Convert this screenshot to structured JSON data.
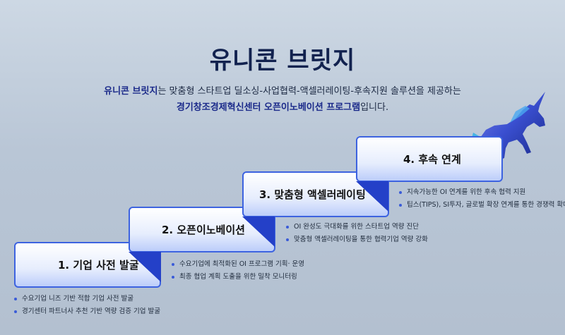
{
  "title": "유니콘 브릿지",
  "description": {
    "line1_bold": "유니콘 브릿지",
    "line1_rest": "는 맞춤형 스타트업 딜소싱-사업협력-액셀러레이팅-후속지원 솔루션을 제공하는",
    "line2_bold": "경기창조경제혁신센터 오픈이노베이션 프로그램",
    "line2_rest": "입니다."
  },
  "steps": [
    {
      "label": "1.  기업 사전 발굴",
      "bullets": [
        "수요기업 니즈 기반 적합 기업 사전 발굴",
        "경기센터 파트너사 추천 기반 역량 검증 기업 발굴"
      ]
    },
    {
      "label": "2. 오픈이노베이션",
      "bullets": [
        "수요기업에 최적화된 OI 프로그램 기획· 운영",
        "최종 협업 계획 도출을 위한 밀착 모니터링"
      ]
    },
    {
      "label": "3. 맞춤형 액셀러레이팅",
      "bullets": [
        "OI 완성도 극대화를 위한 스타트업 역량 진단",
        "맞춤형 액셀러레이팅을 통한 협력기업 역량 강화"
      ]
    },
    {
      "label": "4. 후속 연계",
      "bullets": [
        "지속가능한 OI 연계를 위한 후속 협력 지원",
        "팁스(TIPS), SI투자, 글로벌 확장 연계를 통한 경쟁력 확대"
      ]
    }
  ],
  "colors": {
    "title": "#12224f",
    "accent": "#3d63e0"
  }
}
